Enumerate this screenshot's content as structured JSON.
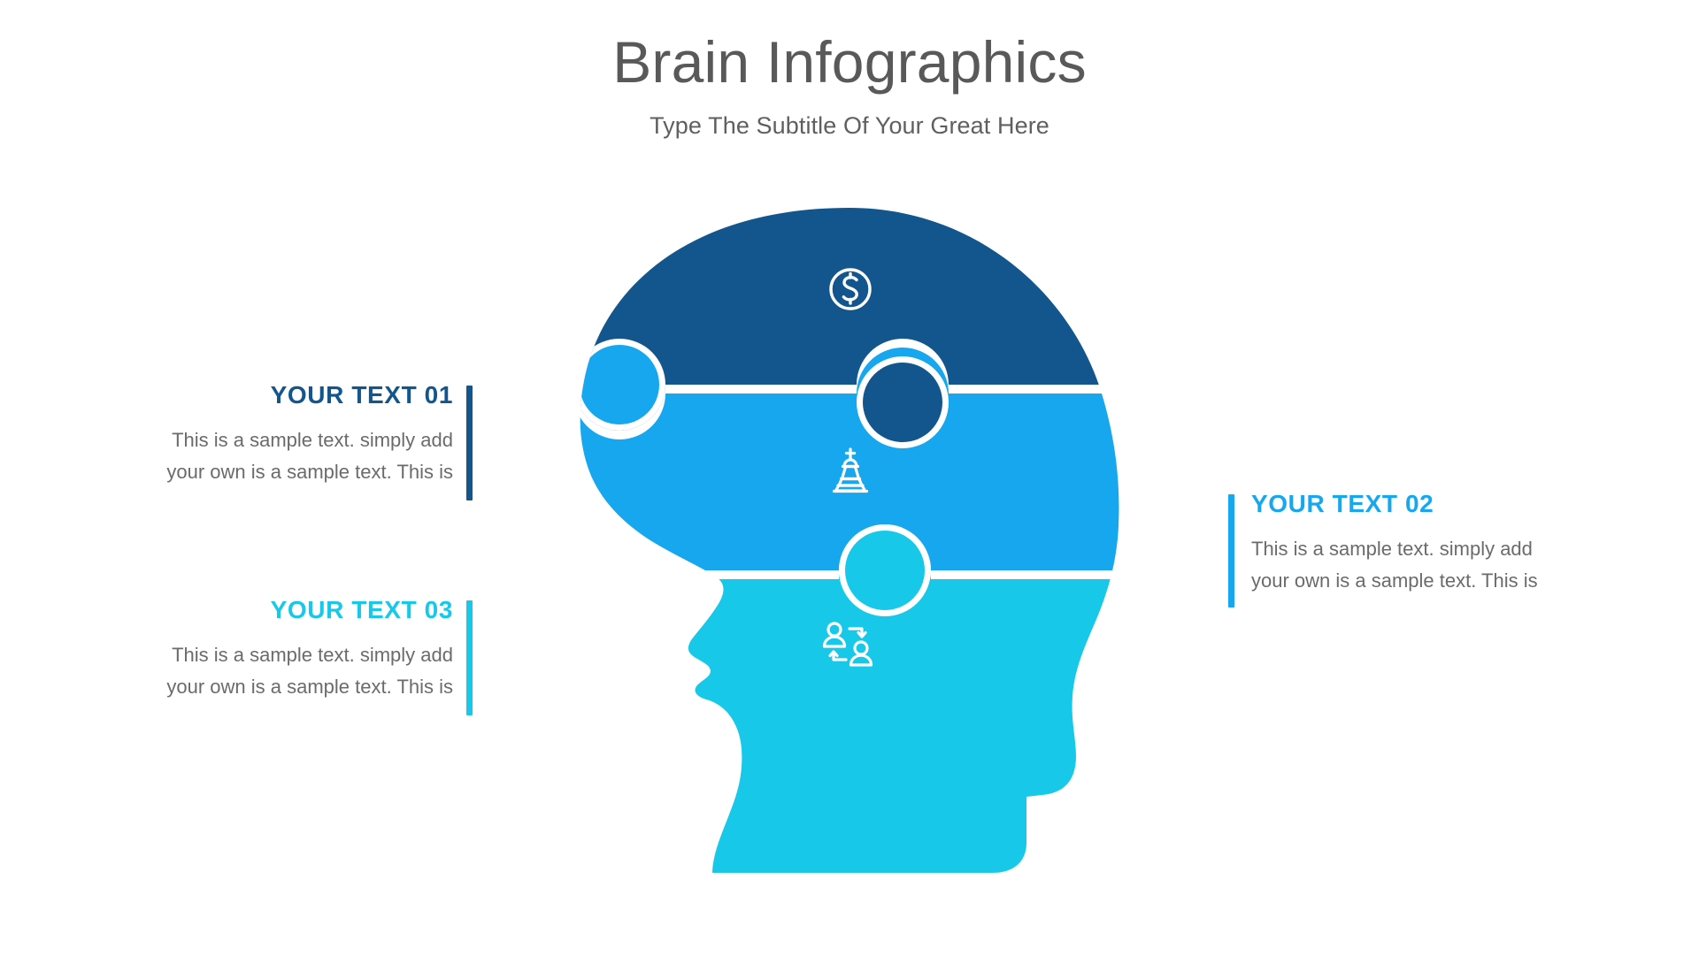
{
  "header": {
    "title": "Brain Infographics",
    "subtitle": "Type The Subtitle Of Your Great Here"
  },
  "colors": {
    "dark_navy": "#12568d",
    "mid_blue": "#16a7ef",
    "cyan": "#18c8e8",
    "title_gray": "#595959",
    "body_gray": "#6b6b6b",
    "background": "#ffffff",
    "separator": "#ffffff"
  },
  "blocks": [
    {
      "id": "01",
      "title": "YOUR TEXT 01",
      "body_line_1": "This is a sample text. simply add",
      "body_line_2": "your own is a sample text. This is",
      "accent": "#12568d",
      "side": "left"
    },
    {
      "id": "02",
      "title": "YOUR TEXT 02",
      "body_line_1": "This is a sample text. simply add",
      "body_line_2": "your own is a sample text. This is",
      "accent": "#16a7ef",
      "side": "right"
    },
    {
      "id": "03",
      "title": "YOUR TEXT 03",
      "body_line_1": "This is a sample text. simply add",
      "body_line_2": "your own is a sample text. This is",
      "accent": "#18c8e8",
      "side": "left"
    }
  ],
  "graphic": {
    "name": "head-puzzle-diagram",
    "pieces": [
      {
        "id": "top",
        "fill": "#12568d",
        "icon": "dollar-circle-icon",
        "linked_block": "01"
      },
      {
        "id": "middle",
        "fill": "#16a7ef",
        "icon": "chess-king-icon",
        "linked_block": "02"
      },
      {
        "id": "bottom",
        "fill": "#18c8e8",
        "icon": "user-exchange-icon",
        "linked_block": "03"
      }
    ]
  }
}
